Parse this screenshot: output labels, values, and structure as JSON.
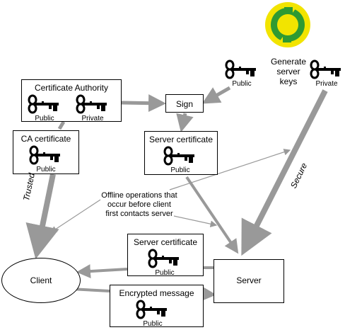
{
  "logo": {
    "name": "recycle-logo",
    "colors": {
      "ring": "#f2e400",
      "arrows": "#2e9a32"
    }
  },
  "colors": {
    "arrow": "#999999",
    "border": "#000000"
  },
  "nodes": {
    "ca": {
      "title": "Certificate Authority",
      "key_public": "Public",
      "key_private": "Private"
    },
    "ca_cert": {
      "title": "CA certificate",
      "key_public": "Public"
    },
    "sign": {
      "title": "Sign"
    },
    "server_cert_top": {
      "title": "Server certificate",
      "key_public": "Public"
    },
    "server_keys": {
      "title_line1": "Generate",
      "title_line2": "server",
      "title_line3": "keys",
      "key_public": "Public",
      "key_private": "Private"
    },
    "server_cert_bottom": {
      "title": "Server certificate",
      "key_public": "Public"
    },
    "encrypted": {
      "title": "Encrypted message",
      "key_public": "Public"
    },
    "client": {
      "title": "Client"
    },
    "server": {
      "title": "Server"
    }
  },
  "annotations": {
    "trusted": "Trusted",
    "secure": "Secure",
    "offline_line1": "Offline operations that",
    "offline_line2": "occur before client",
    "offline_line3": "first contacts server"
  }
}
